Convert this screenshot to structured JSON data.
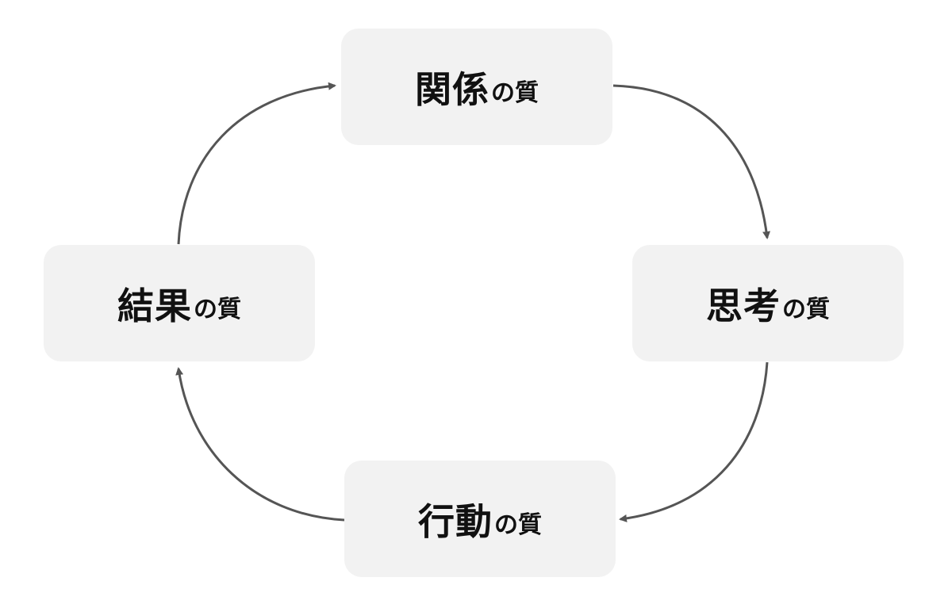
{
  "nodes": {
    "relationship": {
      "main": "関係",
      "sub": "の質"
    },
    "thinking": {
      "main": "思考",
      "sub": "の質"
    },
    "action": {
      "main": "行動",
      "sub": "の質"
    },
    "result": {
      "main": "結果",
      "sub": "の質"
    }
  },
  "colors": {
    "box_fill": "#f2f2f2",
    "arrow": "#555555",
    "text": "#111111"
  }
}
